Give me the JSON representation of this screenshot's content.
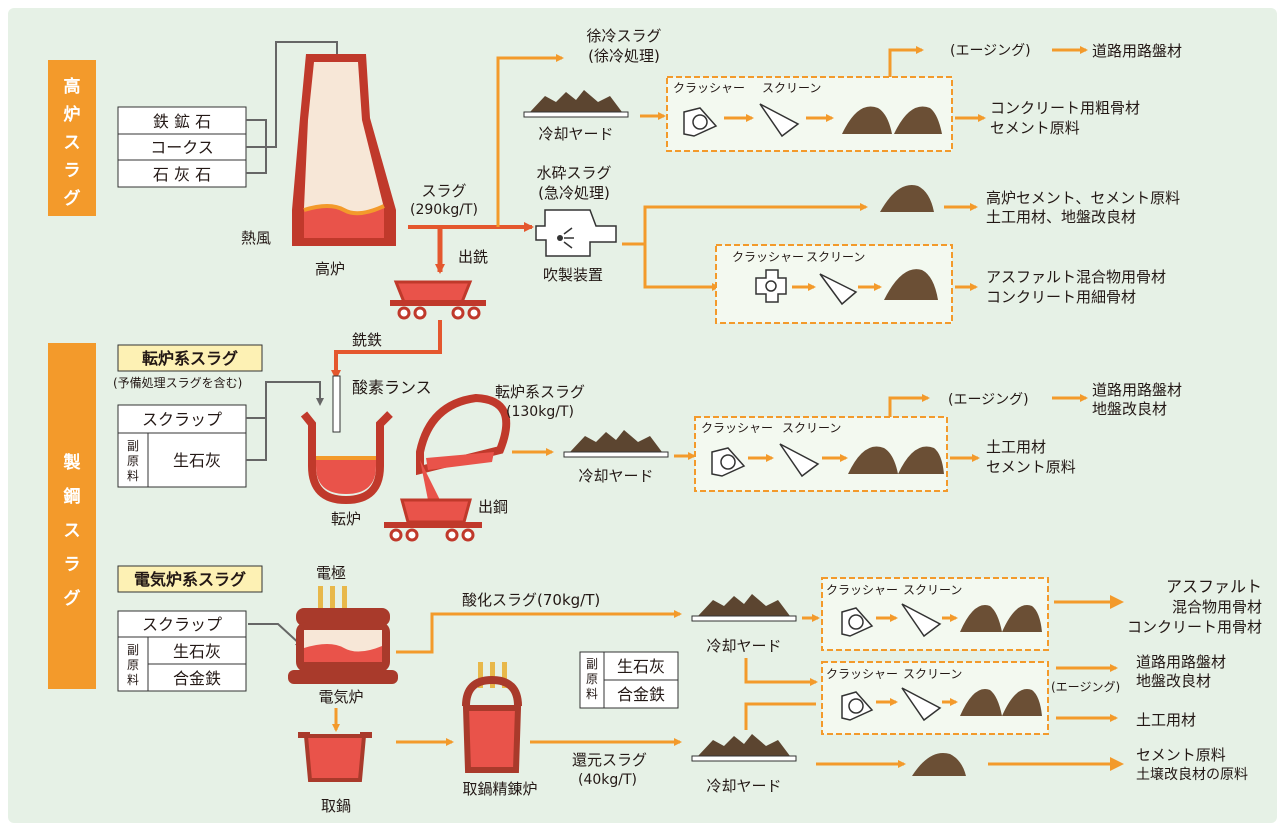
{
  "blast_furnace": {
    "side_label": "高炉スラグ",
    "inputs": [
      "鉄 鉱 石",
      "コークス",
      "石 灰 石"
    ],
    "hot_air": "熱風",
    "furnace": "高炉",
    "slag": "スラグ",
    "slag_amount": "(290kg/T)",
    "tapping": "出銑",
    "pig_iron": "銑鉄",
    "slow_cooled": "徐冷スラグ",
    "slow_cooled_sub": "(徐冷処理)",
    "granulated": "水砕スラグ",
    "granulated_sub": "(急冷処理)",
    "cooling_yard": "冷却ヤード",
    "blowing_device": "吹製装置",
    "crusher": "クラッシャー",
    "screen": "スクリーン",
    "aging": "(エージング)",
    "products": {
      "road_base": "道路用路盤材",
      "coarse_agg_1": "コンクリート用粗骨材",
      "coarse_agg_2": "セメント原料",
      "bf_cement_1": "高炉セメント、セメント原料",
      "bf_cement_2": "土工用材、地盤改良材",
      "asphalt_1": "アスファルト混合物用骨材",
      "asphalt_2": "コンクリート用細骨材"
    }
  },
  "steel": {
    "side_label": "製鋼スラグ",
    "converter_header": "転炉系スラグ",
    "converter_note": "(予備処理スラグを含む)",
    "scrap": "スクラップ",
    "aux": "副原料",
    "quicklime": "生石灰",
    "alloy_iron": "合金鉄",
    "oxygen_lance": "酸素ランス",
    "converter": "転炉",
    "converter_slag": "転炉系スラグ",
    "converter_amount": "(130kg/T)",
    "tapping_steel": "出鋼",
    "cooling_yard": "冷却ヤード",
    "crusher": "クラッシャー",
    "screen": "スクリーン",
    "aging": "(エージング)",
    "conv_products": {
      "road_base": "道路用路盤材",
      "ground": "地盤改良材",
      "earthwork": "土工用材",
      "cement": "セメント原料"
    },
    "eaf_header": "電気炉系スラグ",
    "electrode": "電極",
    "eaf": "電気炉",
    "ladle": "取鍋",
    "ladle_refining": "取鍋精錬炉",
    "oxidizing_slag": "酸化スラグ(70kg/T)",
    "reducing_slag": "還元スラグ",
    "reducing_amount": "(40kg/T)",
    "aging_short": "(エージング)",
    "eaf_products": {
      "asphalt_1": "アスファルト",
      "asphalt_2": "混合物用骨材",
      "concrete": "コンクリート用骨材",
      "road_base": "道路用路盤材",
      "ground": "地盤改良材",
      "earthwork": "土工用材",
      "cement": "セメント原料",
      "soil": "土壌改良材の原料"
    }
  },
  "colors": {
    "background": "#e6f1e6",
    "orange": "#f39a2b",
    "red_arrow": "#e4572e",
    "furnace": "#c0392b",
    "molten": "#e9534a",
    "pile": "#5c4530"
  }
}
